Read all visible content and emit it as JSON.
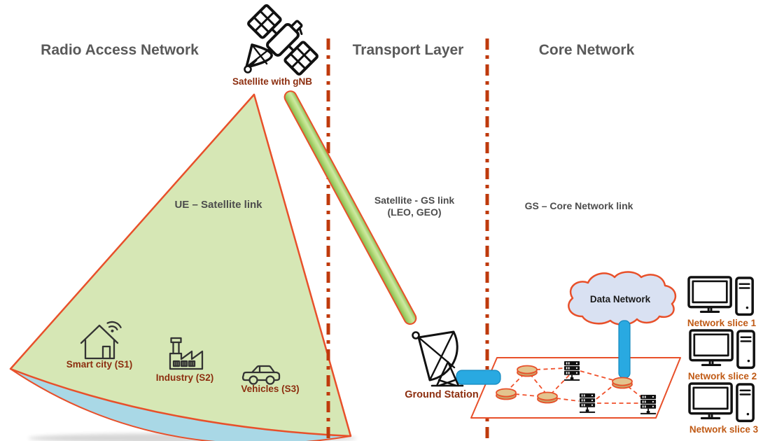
{
  "sections": {
    "radio_access_network": {
      "title": "Radio Access Network"
    },
    "transport_layer": {
      "title": "Transport Layer"
    },
    "core_network": {
      "title": "Core Network"
    }
  },
  "nodes": {
    "satellite": {
      "label": "Satellite with gNB",
      "icon": "satellite-icon"
    },
    "ground_station": {
      "label": "Ground Station",
      "icon": "satellite-dish-icon"
    },
    "data_network": {
      "label": "Data Network",
      "icon": "cloud-shape"
    },
    "ue_devices": [
      {
        "label": "Smart city (S1)",
        "icon": "smart-city-house-icon"
      },
      {
        "label": "Industry (S2)",
        "icon": "factory-icon"
      },
      {
        "label": "Vehicles (S3)",
        "icon": "car-icon"
      }
    ],
    "network_slices": [
      {
        "label": "Network slice 1",
        "icon": "desktop-computer-icon"
      },
      {
        "label": "Network slice 2",
        "icon": "desktop-computer-icon"
      },
      {
        "label": "Network slice 3",
        "icon": "desktop-computer-icon"
      }
    ],
    "core_mesh": {
      "router_count": 4,
      "server_count": 3
    }
  },
  "links": {
    "ue_satellite": {
      "label": "UE – Satellite link"
    },
    "satellite_gs": {
      "label": "Satellite - GS link",
      "sublabel": "(LEO, GEO)"
    },
    "gs_core": {
      "label": "GS – Core Network link"
    }
  },
  "colors": {
    "section_title": "#595959",
    "link_label": "#4d4d4d",
    "node_label_dark_red": "#8c2e0f",
    "slice_label_orange": "#c05a15",
    "shape_outline_red": "#e8502a",
    "divider_red": "#bf3a0c",
    "cone_fill_green": "#d6e7b5",
    "cone_base_blue": "#a9d8e6",
    "beam_green": "#a3ce5f",
    "bar_blue": "#29a9e1",
    "cloud_fill": "#d9e1f2",
    "router_node_fill": "#e3c48e"
  }
}
